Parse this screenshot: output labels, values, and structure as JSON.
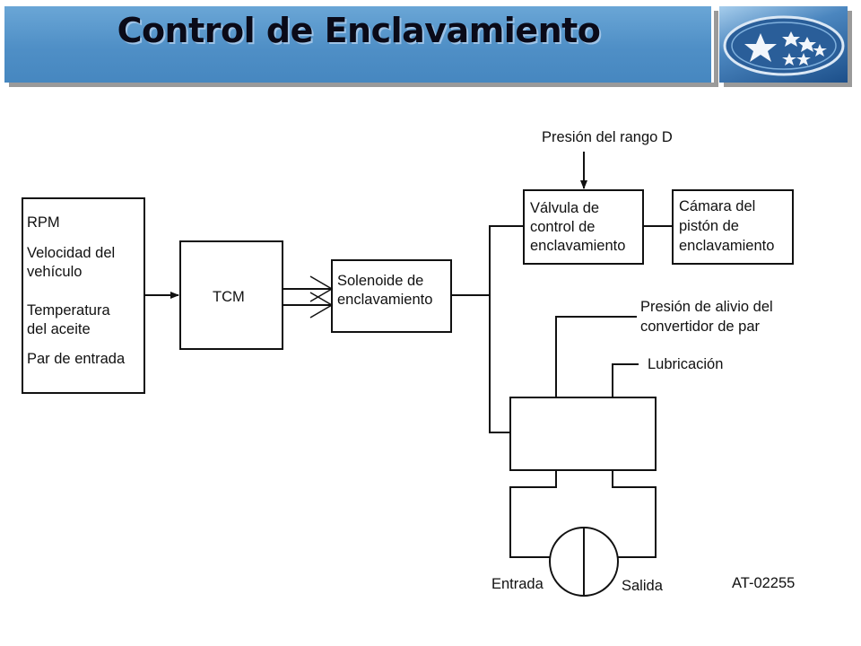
{
  "title": "Control de Enclavamiento",
  "logo_icon": "star-cluster-emblem-icon",
  "colors": {
    "banner": "#4f8fc6",
    "title": "#0a0a18",
    "line": "#111111"
  },
  "inputs": {
    "rpm": "RPM",
    "speed_1": "Velocidad del",
    "speed_2": "vehículo",
    "temp_1": "Temperatura",
    "temp_2": "del aceite",
    "torque": "Par de entrada"
  },
  "tcm": "TCM",
  "solenoid": {
    "line1": "Solenoide de",
    "line2": "enclavamiento"
  },
  "valve": {
    "line1": "Válvula de",
    "line2": "control de",
    "line3": "enclavamiento"
  },
  "chamber": {
    "line1": "Cámara del",
    "line2": "pistón de",
    "line3": "enclavamiento"
  },
  "pressure_d": "Presión del rango D",
  "relief": {
    "line1": "Presión de alivio del",
    "line2": "convertidor de par"
  },
  "lubrication": "Lubricación",
  "inlet": "Entrada",
  "outlet": "Salida",
  "figure_code": "AT-02255"
}
